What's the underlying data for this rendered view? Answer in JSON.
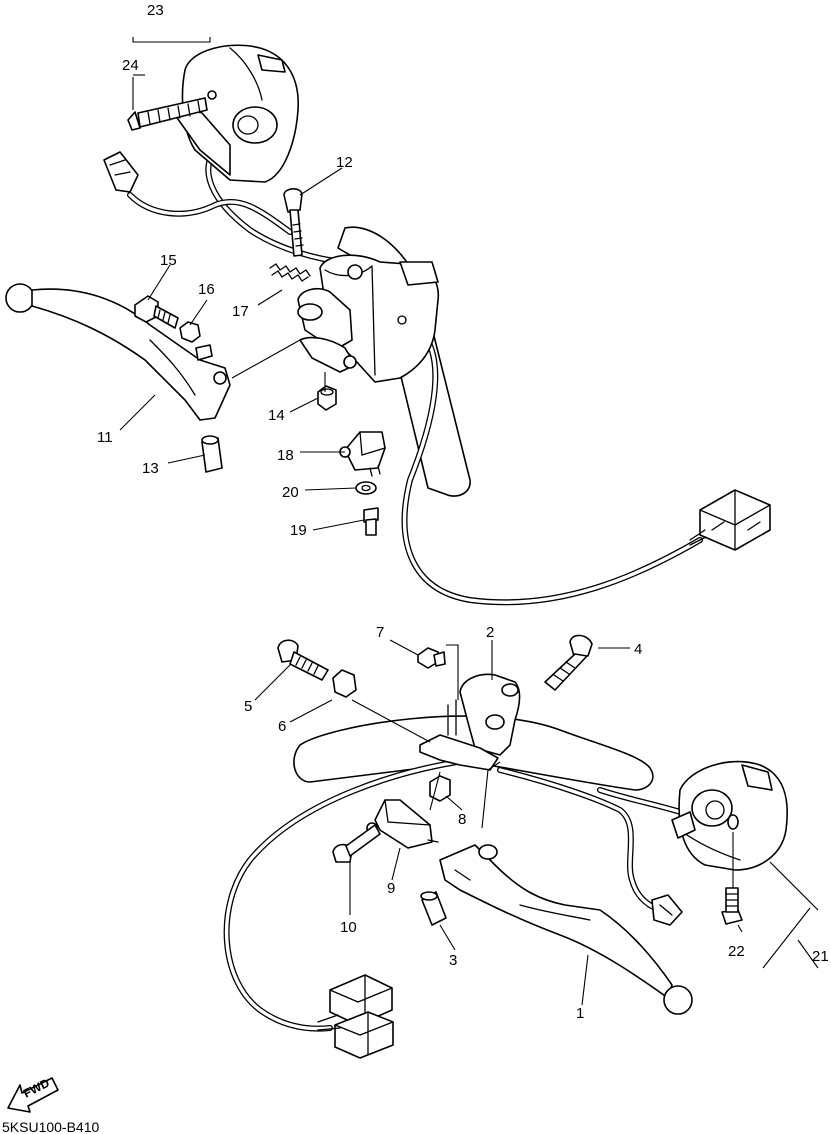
{
  "drawing_code": "5KSU100-B410",
  "fwd_label": "FWD",
  "part_numbers": [
    "1",
    "2",
    "3",
    "4",
    "5",
    "6",
    "7",
    "8",
    "9",
    "10",
    "11",
    "12",
    "13",
    "14",
    "15",
    "16",
    "17",
    "18",
    "19",
    "20",
    "21",
    "22",
    "23",
    "24"
  ]
}
